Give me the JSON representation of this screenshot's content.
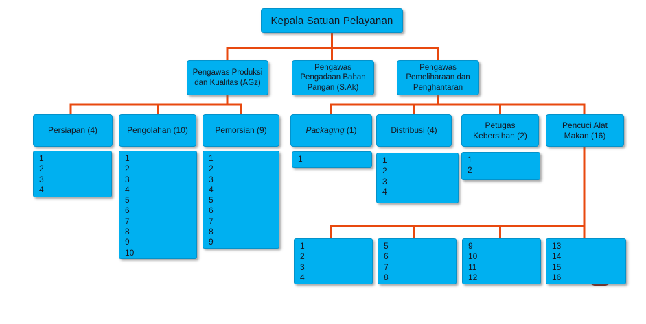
{
  "colors": {
    "box_fill": "#00b0f0",
    "connector": "#e8490f",
    "text": "#15151f"
  },
  "root": {
    "label": "Kepala Satuan Pelayanan"
  },
  "supervisors": [
    {
      "label": "Pengawas Produksi dan Kualitas (AGz)"
    },
    {
      "label": "Pengawas Pengadaan Bahan Pangan (S.Ak)"
    },
    {
      "label": "Pengawas Pemeliharaan dan Penghantaran"
    }
  ],
  "units": [
    {
      "label": "Persiapan (4)",
      "members": [
        "1",
        "2",
        "3",
        "4"
      ]
    },
    {
      "label": "Pengolahan (10)",
      "members": [
        "1",
        "2",
        "3",
        "4",
        "5",
        "6",
        "7",
        "8",
        "9",
        "10"
      ]
    },
    {
      "label": "Pemorsian (9)",
      "members": [
        "1",
        "2",
        "3",
        "4",
        "5",
        "6",
        "7",
        "8",
        "9"
      ]
    },
    {
      "label_italic": "Packaging",
      "label_suffix": " (1)",
      "members": [
        "1"
      ]
    },
    {
      "label": "Distribusi (4)",
      "members": [
        "1",
        "2",
        "3",
        "4"
      ]
    },
    {
      "label": "Petugas Kebersihan (2)",
      "members": [
        "1",
        "2"
      ]
    },
    {
      "label": "Pencuci Alat Makan (16)",
      "members": []
    }
  ],
  "pencuci_groups": [
    {
      "members": [
        "1",
        "2",
        "3",
        "4"
      ]
    },
    {
      "members": [
        "5",
        "6",
        "7",
        "8"
      ]
    },
    {
      "members": [
        "9",
        "10",
        "11",
        "12"
      ]
    },
    {
      "members": [
        "13",
        "14",
        "15",
        "16"
      ]
    }
  ]
}
